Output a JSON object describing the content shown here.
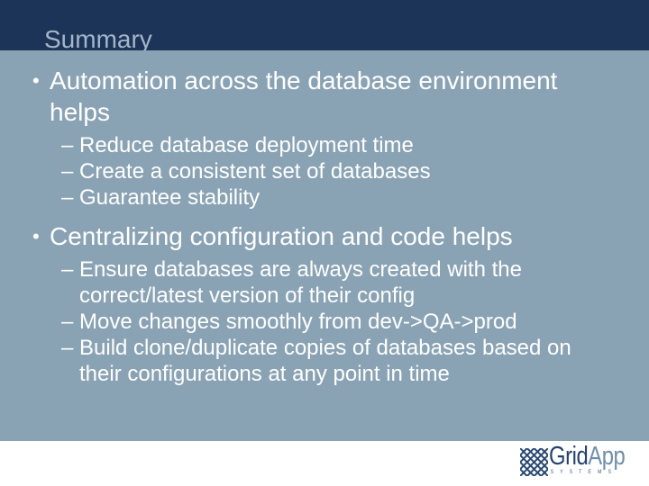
{
  "slide": {
    "title": "Summary",
    "bullet_glyph": "•",
    "sub_bullet_glyph": "–",
    "bullets": [
      {
        "text": "Automation across the database environment helps",
        "sub": [
          "Reduce database deployment time",
          "Create a consistent set of databases",
          "Guarantee stability"
        ]
      },
      {
        "text": "Centralizing configuration and code helps",
        "sub": [
          "Ensure databases are always created with the correct/latest version of their config",
          "Move changes smoothly from dev->QA->prod",
          "Build clone/duplicate copies of databases based on their configurations at any point in time"
        ]
      }
    ],
    "logo": {
      "grid": "Grid",
      "app": "App",
      "systems": "S Y S T E M S"
    },
    "colors": {
      "header_bg": "#1b3458",
      "content_bg": "#8aa3b4",
      "title_text": "#a3b7c8",
      "body_text": "#ffffff",
      "logo_navy": "#24436c",
      "logo_app_blue": "#6f8dab",
      "logo_systems": "#466488"
    }
  }
}
